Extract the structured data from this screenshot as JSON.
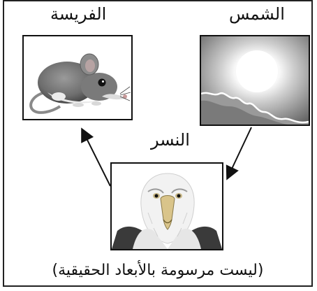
{
  "labels": {
    "prey": "الفريسة",
    "sun": "الشمس",
    "eagle": "النسر"
  },
  "caption": "(ليست مرسومة بالأبعاد الحقيقية)",
  "arrows": [
    {
      "from": "sun",
      "to": "eagle"
    },
    {
      "from": "eagle",
      "to": "prey"
    }
  ]
}
